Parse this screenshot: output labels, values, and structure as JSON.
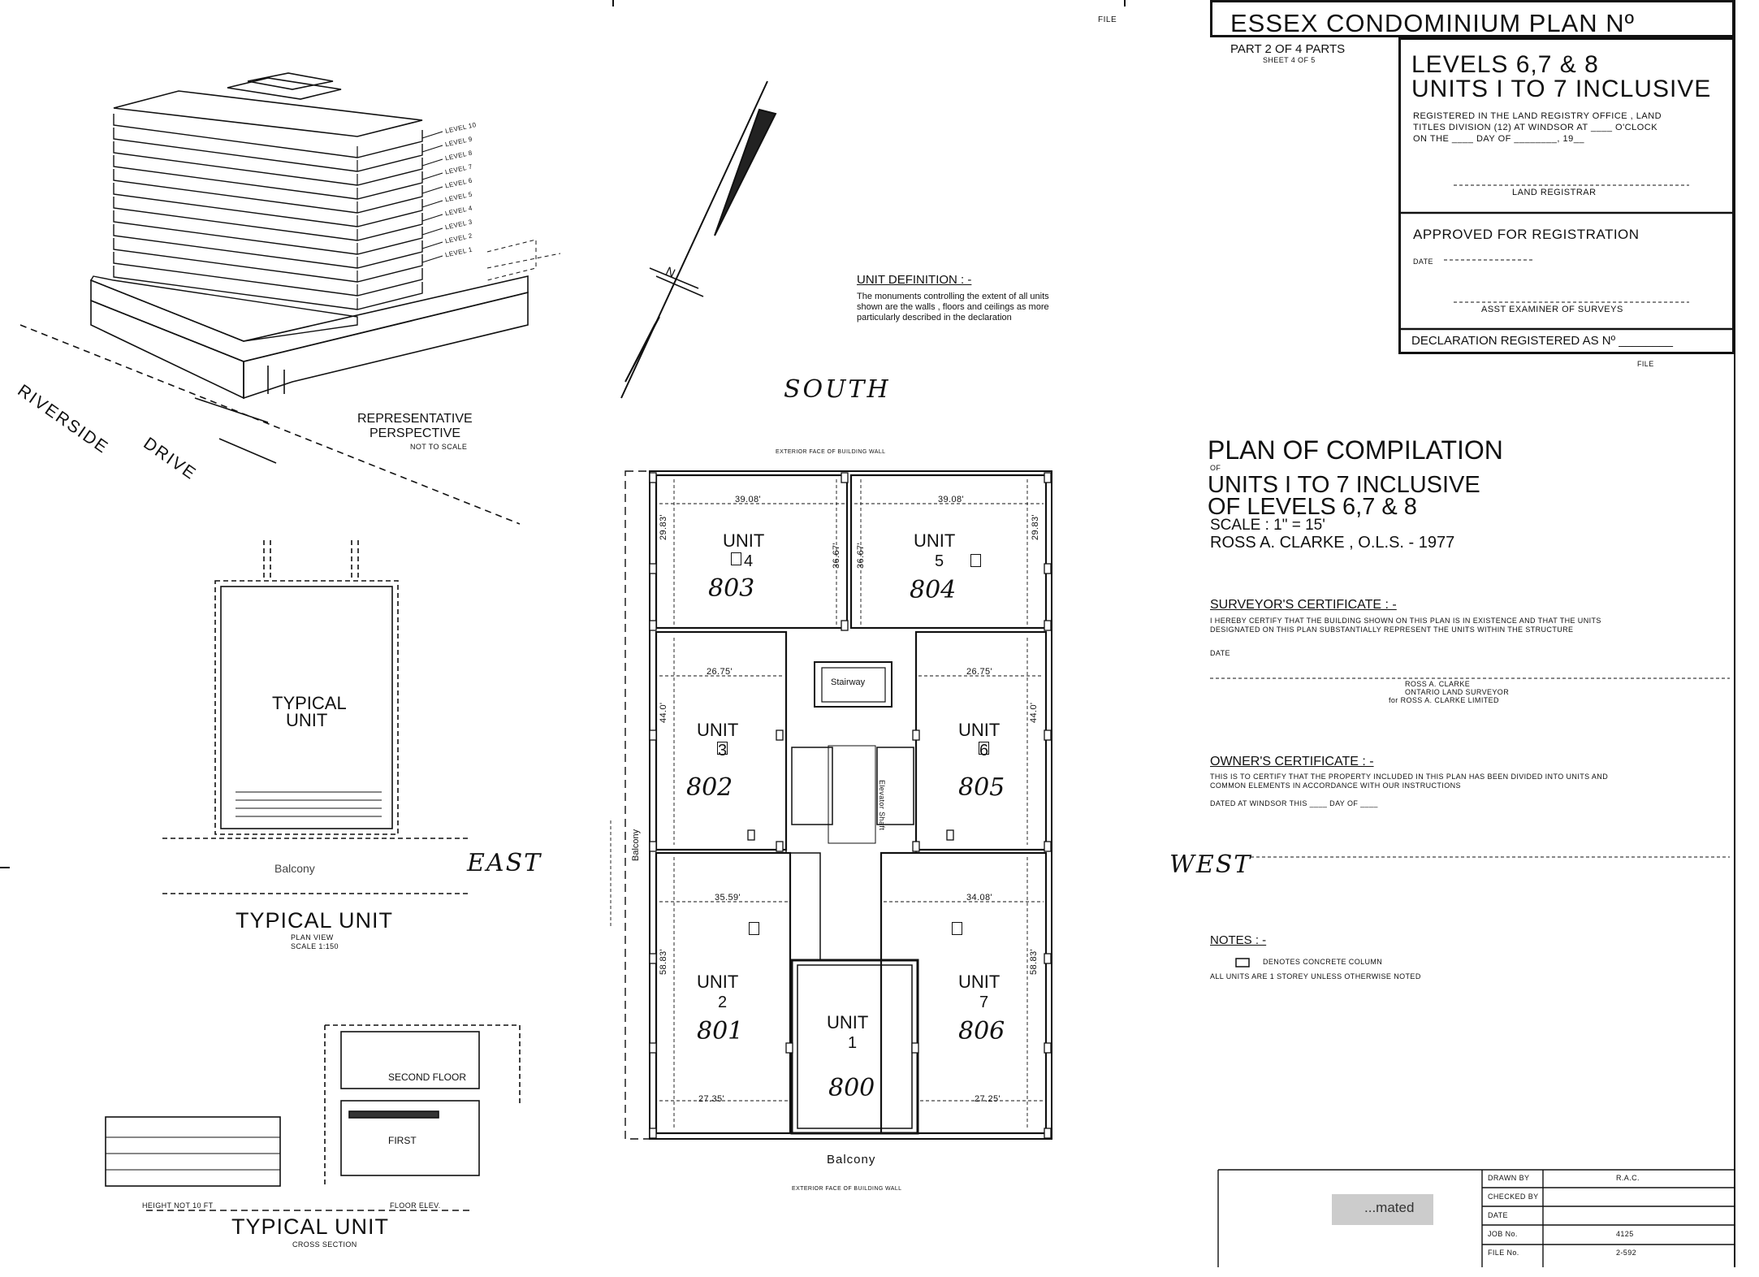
{
  "header": {
    "file_top": "FILE",
    "title": "ESSEX CONDOMINIUM PLAN Nº",
    "part": "PART 2 OF 4 PARTS",
    "sheet": "SHEET 4 OF 5",
    "levels_title": "LEVELS 6,7 & 8",
    "units_title": "UNITS I TO 7 INCLUSIVE",
    "registered_line1": "REGISTERED IN THE LAND REGISTRY OFFICE , LAND",
    "registered_line2": "TITLES DIVISION (12) AT WINDSOR AT ____ O'CLOCK",
    "registered_line3": "ON THE ____ DAY OF ________, 19__",
    "land_registrar": "LAND REGISTRAR",
    "approved": "APPROVED FOR REGISTRATION",
    "date_label": "DATE",
    "asst_examiner": "ASST EXAMINER OF SURVEYS",
    "declaration": "DECLARATION REGISTERED AS Nº ________",
    "file_right": "FILE"
  },
  "perspective": {
    "street1": "RIVERSIDE",
    "street2": "DRIVE",
    "caption1": "REPRESENTATIVE",
    "caption2": "PERSPECTIVE",
    "caption3": "NOT TO SCALE",
    "levels": [
      "LEVEL 10",
      "LEVEL 9",
      "LEVEL 8",
      "LEVEL 7",
      "LEVEL 6",
      "LEVEL 5",
      "LEVEL 4",
      "LEVEL 3",
      "LEVEL 2",
      "LEVEL 1"
    ]
  },
  "north_arrow": {
    "label": "N"
  },
  "unit_definition": {
    "heading": "UNIT DEFINITION : -",
    "line1": "The monuments controlling the extent of all units",
    "line2": "shown are the walls , floors and ceilings as more",
    "line3": "particularly described in the declaration"
  },
  "orientation": {
    "south": "SOUTH",
    "east": "EAST",
    "west": "WEST"
  },
  "typical_plan": {
    "label1": "TYPICAL",
    "label2": "UNIT",
    "balcony": "Balcony",
    "title": "TYPICAL UNIT",
    "sub1": "PLAN VIEW",
    "sub2": "SCALE 1:150"
  },
  "cross_section": {
    "second_floor": "SECOND FLOOR",
    "first_floor": "FIRST",
    "title": "TYPICAL UNIT",
    "sub": "CROSS SECTION",
    "left_note": "HEIGHT NOT 10 FT",
    "right_note": "FLOOR ELEV."
  },
  "floor_plan": {
    "exterior_top": "EXTERIOR FACE OF BUILDING WALL",
    "exterior_bottom": "EXTERIOR FACE OF BUILDING WALL",
    "balcony_bottom": "Balcony",
    "balcony_side": "Balcony",
    "stairway": "Stairway",
    "elevator": "Elevator Shaft",
    "units": [
      {
        "label": "UNIT",
        "num": "4",
        "suite": "803",
        "dim_h": "39.08'",
        "dim_v": "29.83'"
      },
      {
        "label": "UNIT",
        "num": "5",
        "suite": "804",
        "dim_h": "39.08'",
        "dim_v": "29.83'"
      },
      {
        "label": "UNIT",
        "num": "3",
        "suite": "802",
        "dim_h": "26.75'",
        "dim_v": "44.0'"
      },
      {
        "label": "UNIT",
        "num": "6",
        "suite": "805",
        "dim_h": "26.75'",
        "dim_v": "44.0'"
      },
      {
        "label": "UNIT",
        "num": "2",
        "suite": "801",
        "dim_h": "35.59'",
        "dim_v": "58.83'"
      },
      {
        "label": "UNIT",
        "num": "7",
        "suite": "806",
        "dim_h": "34.08'",
        "dim_v": "58.83'"
      },
      {
        "label": "UNIT",
        "num": "1",
        "suite": "800",
        "dim_h": "",
        "dim_v": ""
      }
    ],
    "dim_mid_left": "36.67'",
    "dim_mid_right": "36.67'",
    "dim_bottom_left": "27.35'",
    "dim_bottom_right": "27.25'"
  },
  "compilation": {
    "title": "PLAN OF COMPILATION",
    "of": "OF",
    "line1": "UNITS I TO 7 INCLUSIVE",
    "line2": "OF LEVELS 6,7 & 8",
    "scale": "SCALE : 1\" = 15'",
    "surveyor": "ROSS A. CLARKE , O.L.S. - 1977"
  },
  "surveyor_certificate": {
    "heading": "SURVEYOR'S CERTIFICATE : -",
    "line1": "I HEREBY CERTIFY THAT THE BUILDING SHOWN ON THIS PLAN IS IN EXISTENCE AND THAT THE UNITS",
    "line2": "DESIGNATED ON THIS PLAN SUBSTANTIALLY REPRESENT THE UNITS WITHIN THE STRUCTURE",
    "date": "DATE",
    "sig1": "ROSS A. CLARKE",
    "sig2": "ONTARIO LAND SURVEYOR",
    "sig3": "for ROSS A. CLARKE LIMITED"
  },
  "owner_certificate": {
    "heading": "OWNER'S CERTIFICATE : -",
    "line1": "THIS IS TO CERTIFY THAT THE PROPERTY INCLUDED IN THIS PLAN HAS BEEN DIVIDED INTO UNITS AND",
    "line2": "COMMON ELEMENTS IN ACCORDANCE WITH OUR INSTRUCTIONS",
    "dated": "DATED AT WINDSOR THIS ____ DAY OF ____"
  },
  "notes": {
    "heading": "NOTES : -",
    "line1": "DENOTES CONCRETE COLUMN",
    "line2": "ALL UNITS ARE 1 STOREY UNLESS OTHERWISE NOTED"
  },
  "titleblock": {
    "stamp": "...mated",
    "rows": [
      "DRAWN BY",
      "CHECKED BY",
      "DATE",
      "JOB No.",
      "FILE No."
    ],
    "vals": [
      "R.A.C.",
      "",
      "",
      "4125",
      "2-592"
    ]
  }
}
